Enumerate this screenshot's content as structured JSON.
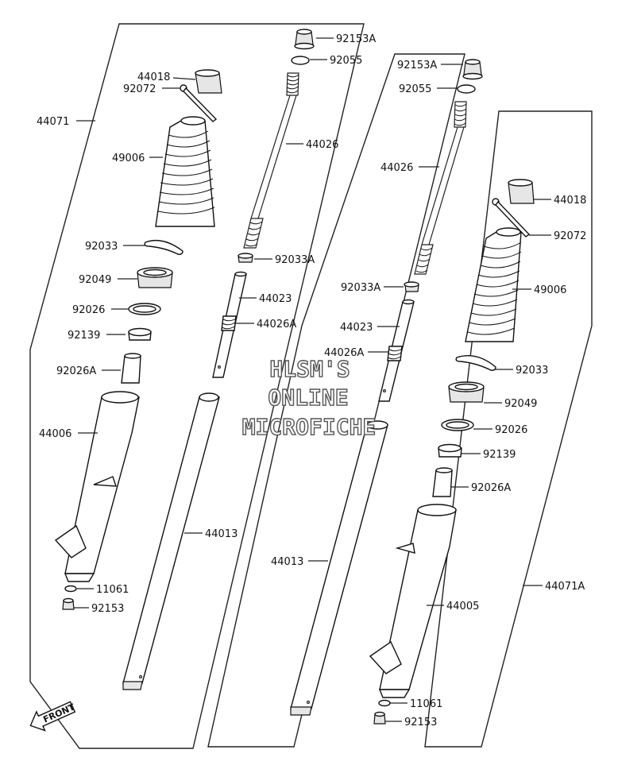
{
  "watermark": {
    "line1": "HLSM'S",
    "line2": "ONLINE",
    "line3": "MICROFICHE"
  },
  "front_arrow": {
    "label": "FRONT"
  },
  "left_assembly": {
    "labels": {
      "a44071": "44071",
      "a44018": "44018",
      "a92072": "92072",
      "a49006": "49006",
      "a92033": "92033",
      "a92049": "92049",
      "a92026": "92026",
      "a92139": "92139",
      "a92026A": "92026A",
      "a44006": "44006",
      "a11061": "11061",
      "a92153": "92153",
      "a92153A": "92153A",
      "a92055": "92055",
      "a44026": "44026",
      "a92033A": "92033A",
      "a44023": "44023",
      "a44026A": "44026A",
      "a44013": "44013"
    }
  },
  "right_assembly": {
    "labels": {
      "a92153A": "92153A",
      "a92055": "92055",
      "a44026": "44026",
      "a92033A": "92033A",
      "a44023": "44023",
      "a44026A": "44026A",
      "a44013": "44013",
      "a44018": "44018",
      "a92072": "92072",
      "a49006": "49006",
      "a92033": "92033",
      "a92049": "92049",
      "a92026": "92026",
      "a92139": "92139",
      "a92026A": "92026A",
      "a44005": "44005",
      "a11061": "11061",
      "a92153": "92153",
      "a44071A": "44071A"
    }
  }
}
